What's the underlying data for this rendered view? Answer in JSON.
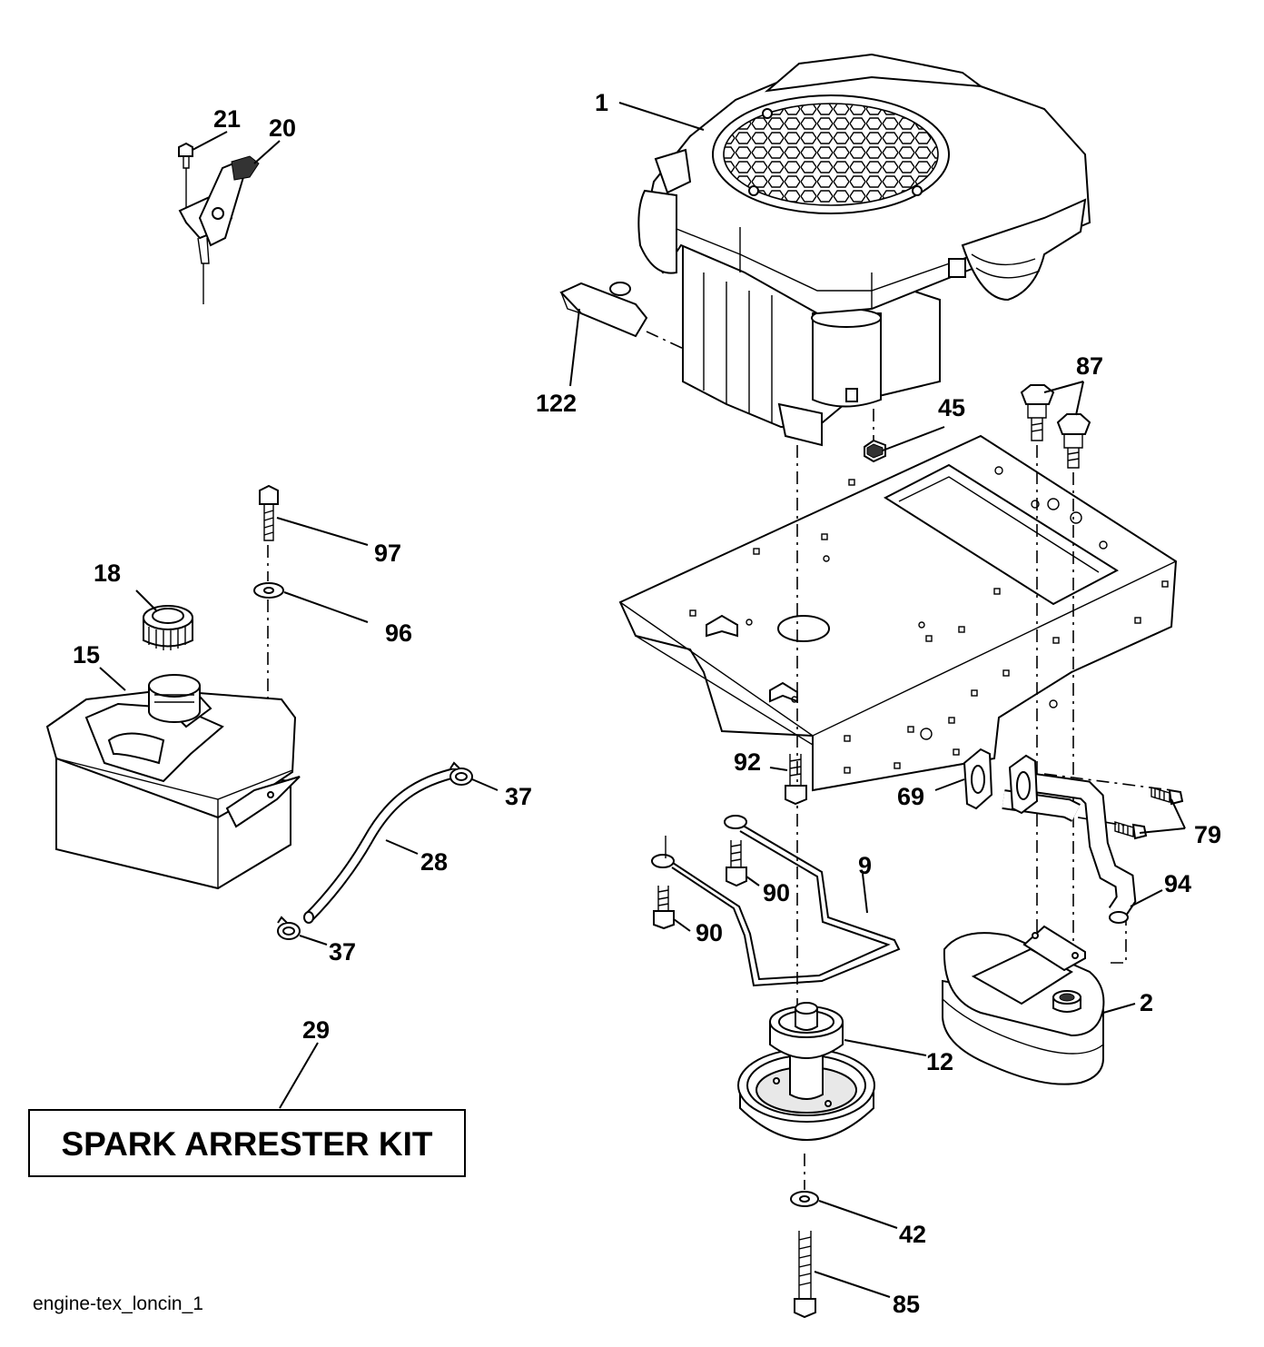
{
  "figure": {
    "caption": "engine-tex_loncin_1",
    "kit_box": "SPARK ARRESTER KIT"
  },
  "callouts": {
    "c1": "1",
    "c2": "2",
    "c9": "9",
    "c12": "12",
    "c15": "15",
    "c18": "18",
    "c20": "20",
    "c21": "21",
    "c28": "28",
    "c29": "29",
    "c37a": "37",
    "c37b": "37",
    "c42": "42",
    "c45": "45",
    "c69": "69",
    "c79": "79",
    "c85": "85",
    "c87": "87",
    "c90a": "90",
    "c90b": "90",
    "c92": "92",
    "c94": "94",
    "c96": "96",
    "c97": "97",
    "c122": "122"
  },
  "icons": [
    "engine-icon",
    "fuel-tank-icon",
    "fuel-cap-icon",
    "muffler-icon",
    "pulley-icon",
    "frame-plate-icon",
    "throttle-bracket-icon",
    "fuel-hose-icon",
    "bolt-icon",
    "washer-icon",
    "hose-clamp-icon",
    "exhaust-pipe-icon",
    "gasket-icon",
    "wire-rod-icon"
  ]
}
